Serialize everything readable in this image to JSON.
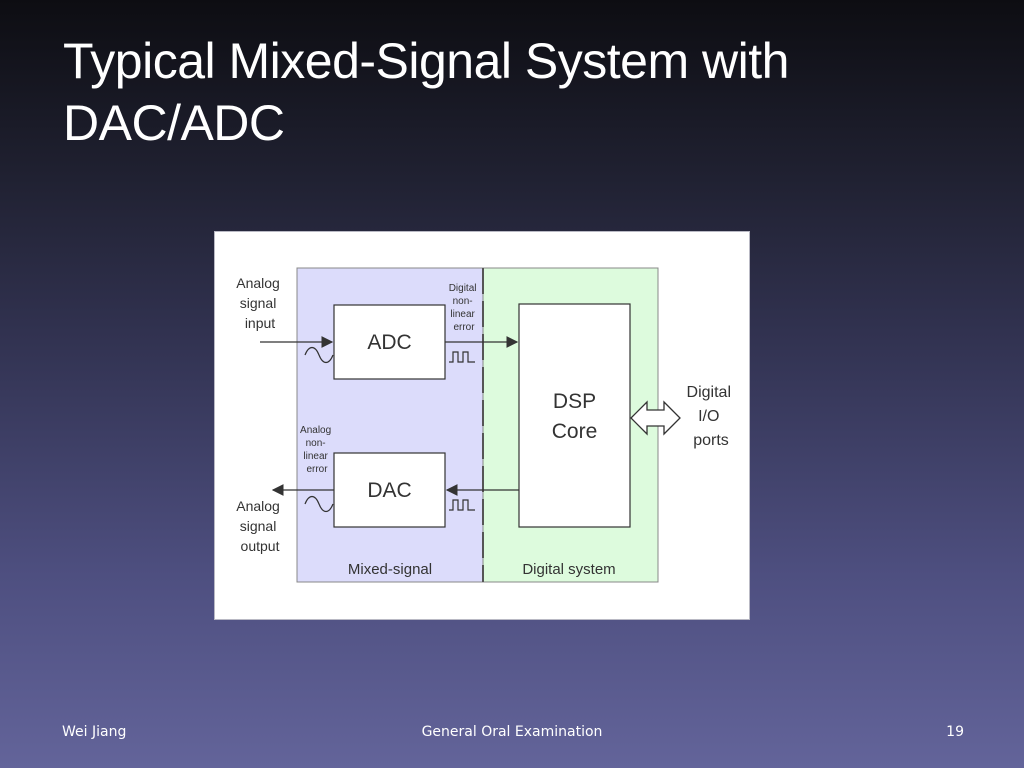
{
  "slide": {
    "title_line1": "Typical Mixed-Signal System with",
    "title_line2": "DAC/ADC",
    "footer": {
      "author": "Wei Jiang",
      "presentation": "General Oral Examination",
      "page_number": "19"
    }
  },
  "diagram": {
    "colors": {
      "mixed_signal_region": "#dcdcfb",
      "digital_region": "#ddfbdd",
      "block_fill": "#ffffff",
      "line": "#333333",
      "boundary": "#888888"
    },
    "regions": {
      "mixed_signal": "Mixed-signal",
      "digital": "Digital system"
    },
    "blocks": {
      "adc": "ADC",
      "dac": "DAC",
      "dsp_line1": "DSP",
      "dsp_line2": "Core"
    },
    "labels": {
      "analog_input": [
        "Analog",
        "signal",
        "input"
      ],
      "analog_output": [
        "Analog",
        "signal",
        "output"
      ],
      "digital_error": [
        "Digital",
        "non-",
        "linear",
        "error"
      ],
      "analog_error": [
        "Analog",
        "non-",
        "linear",
        "error"
      ],
      "digital_io": [
        "Digital",
        "I/O",
        "ports"
      ]
    },
    "icons": {
      "analog_wave": "sine-wave-icon",
      "digital_pulse": "square-pulse-icon"
    }
  }
}
